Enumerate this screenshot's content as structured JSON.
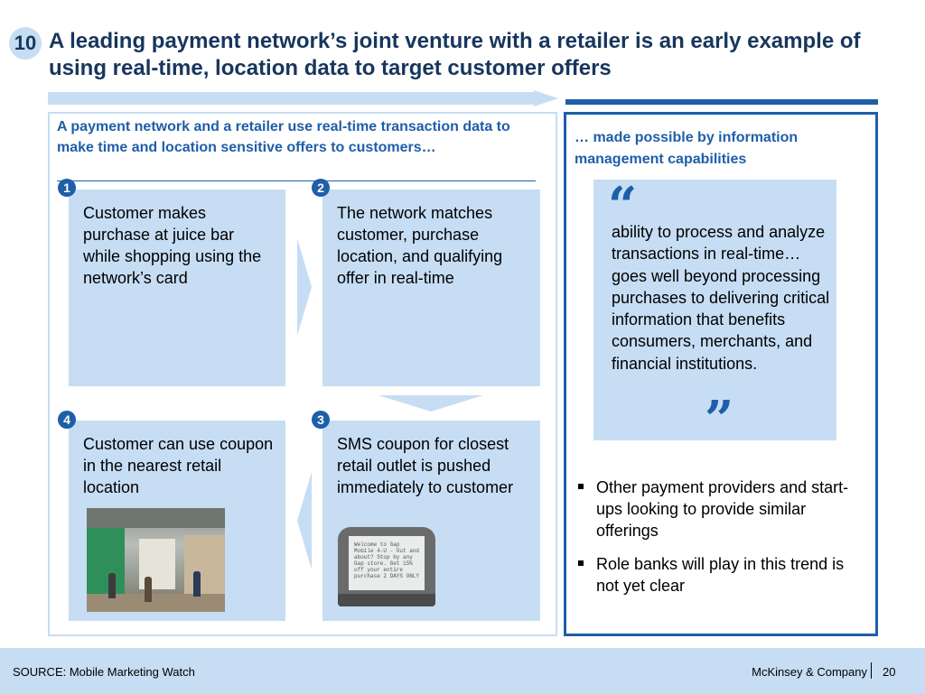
{
  "slide": {
    "number": "10",
    "title": "A leading payment network’s joint venture with a retailer is an early example of using real-time, location data to target customer offers"
  },
  "left_panel": {
    "heading": "A payment network and a retailer use real-time transaction data to make time and location sensitive offers to customers…",
    "steps": [
      {
        "badge": "1",
        "text": "Customer makes purchase at juice bar while shopping using the network’s card"
      },
      {
        "badge": "2",
        "text": "The network matches customer, purchase location, and qualifying offer in real-time"
      },
      {
        "badge": "3",
        "text": "SMS coupon for closest retail outlet is pushed immediately to customer"
      },
      {
        "badge": "4",
        "text": "Customer can use coupon in the nearest retail location"
      }
    ],
    "phone_screen_text": "Welcome to Gap Mobile 4-U - Out and about? Stop by any Gap store. Get 15% off your entire purchase 2 DAYS ONLY"
  },
  "right_panel": {
    "heading": "… made possible by information management capabilities",
    "quote_open": "“",
    "quote_close": "”",
    "quote": "ability to process and analyze transactions in real-time…goes well beyond processing purchases to delivering critical information that benefits consumers, merchants, and financial institutions.",
    "bullets": [
      "Other payment providers and start-ups looking to provide similar offerings",
      "Role banks will play in this trend is not yet clear"
    ]
  },
  "footer": {
    "source": "SOURCE: Mobile Marketing Watch",
    "company": "McKinsey & Company",
    "page": "20"
  },
  "colors": {
    "navy": "#17365d",
    "accent_blue": "#1f5ea8",
    "light_blue": "#c6ddf4"
  }
}
